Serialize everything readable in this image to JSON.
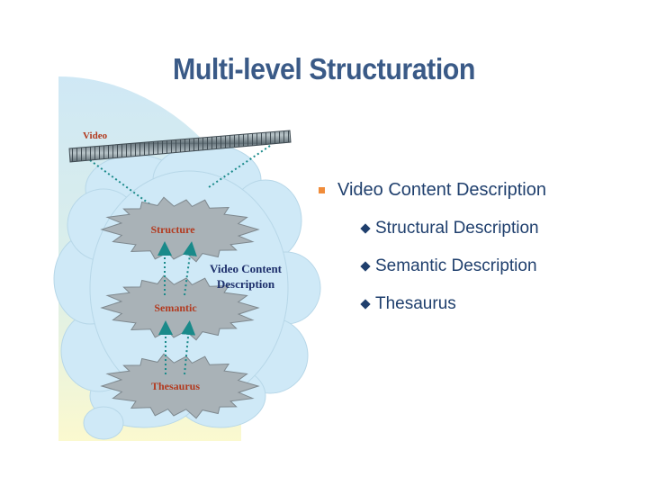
{
  "slide": {
    "title": "Multi-level Structuration"
  },
  "diagram": {
    "video_label": "Video",
    "levels": [
      "Structure",
      "Semantic",
      "Thesaurus"
    ],
    "cloud_caption_line1": "Video Content",
    "cloud_caption_line2": "Description"
  },
  "bullets": {
    "main": "Video Content Description",
    "sub_items": [
      "Structural Description",
      "Semantic Description",
      "Thesaurus"
    ]
  },
  "colors": {
    "title": "#3a5a87",
    "cloud_fill": "#cfe9f7",
    "background_blob": "#d6ecf6",
    "yellow_tint": "#fdfbd4",
    "level_text": "#b23a1f",
    "caption_text": "#1d2f6b",
    "arrow": "#1a8a8a",
    "bullet_square": "#f08c3a",
    "bullet_text": "#1f3f6d"
  },
  "icons": {
    "main_bullet": "orange-square-bullet-icon",
    "sub_bullet": "navy-diamond-bullet-icon"
  }
}
